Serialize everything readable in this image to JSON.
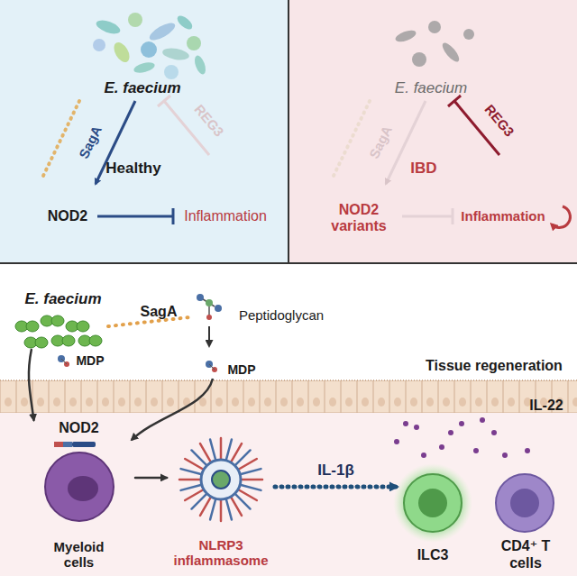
{
  "diagram": {
    "nodes": [
      {
        "text": [
          "E. faecium"
        ]
      },
      {
        "text": [
          "NOD2",
          "Myeloid cells"
        ]
      },
      {
        "text": [
          "NLRP3 inflammasome"
        ]
      },
      {
        "text": [
          "ILC3"
        ]
      },
      {
        "text": [
          "CD4⁺ T cells"
        ]
      }
    ],
    "edges": [
      {
        "from": 0,
        "to": 1,
        "arrow": "to"
      },
      {
        "from": 1,
        "to": 2,
        "arrow": "to"
      },
      {
        "from": 2,
        "to": 3,
        "label": "IL-1β",
        "arrow": "to"
      }
    ],
    "labels": [
      "E. faecium",
      "SagA",
      "Healthy",
      "REG3",
      "NOD2",
      "Inflammation",
      "E. faecium",
      "SagA",
      "IBD",
      "REG3",
      "NOD2 variants",
      "Inflammation",
      "SagA",
      "Peptidoglycan",
      "MDP",
      "MDP",
      "Tissue regeneration",
      "IL-22"
    ]
  }
}
